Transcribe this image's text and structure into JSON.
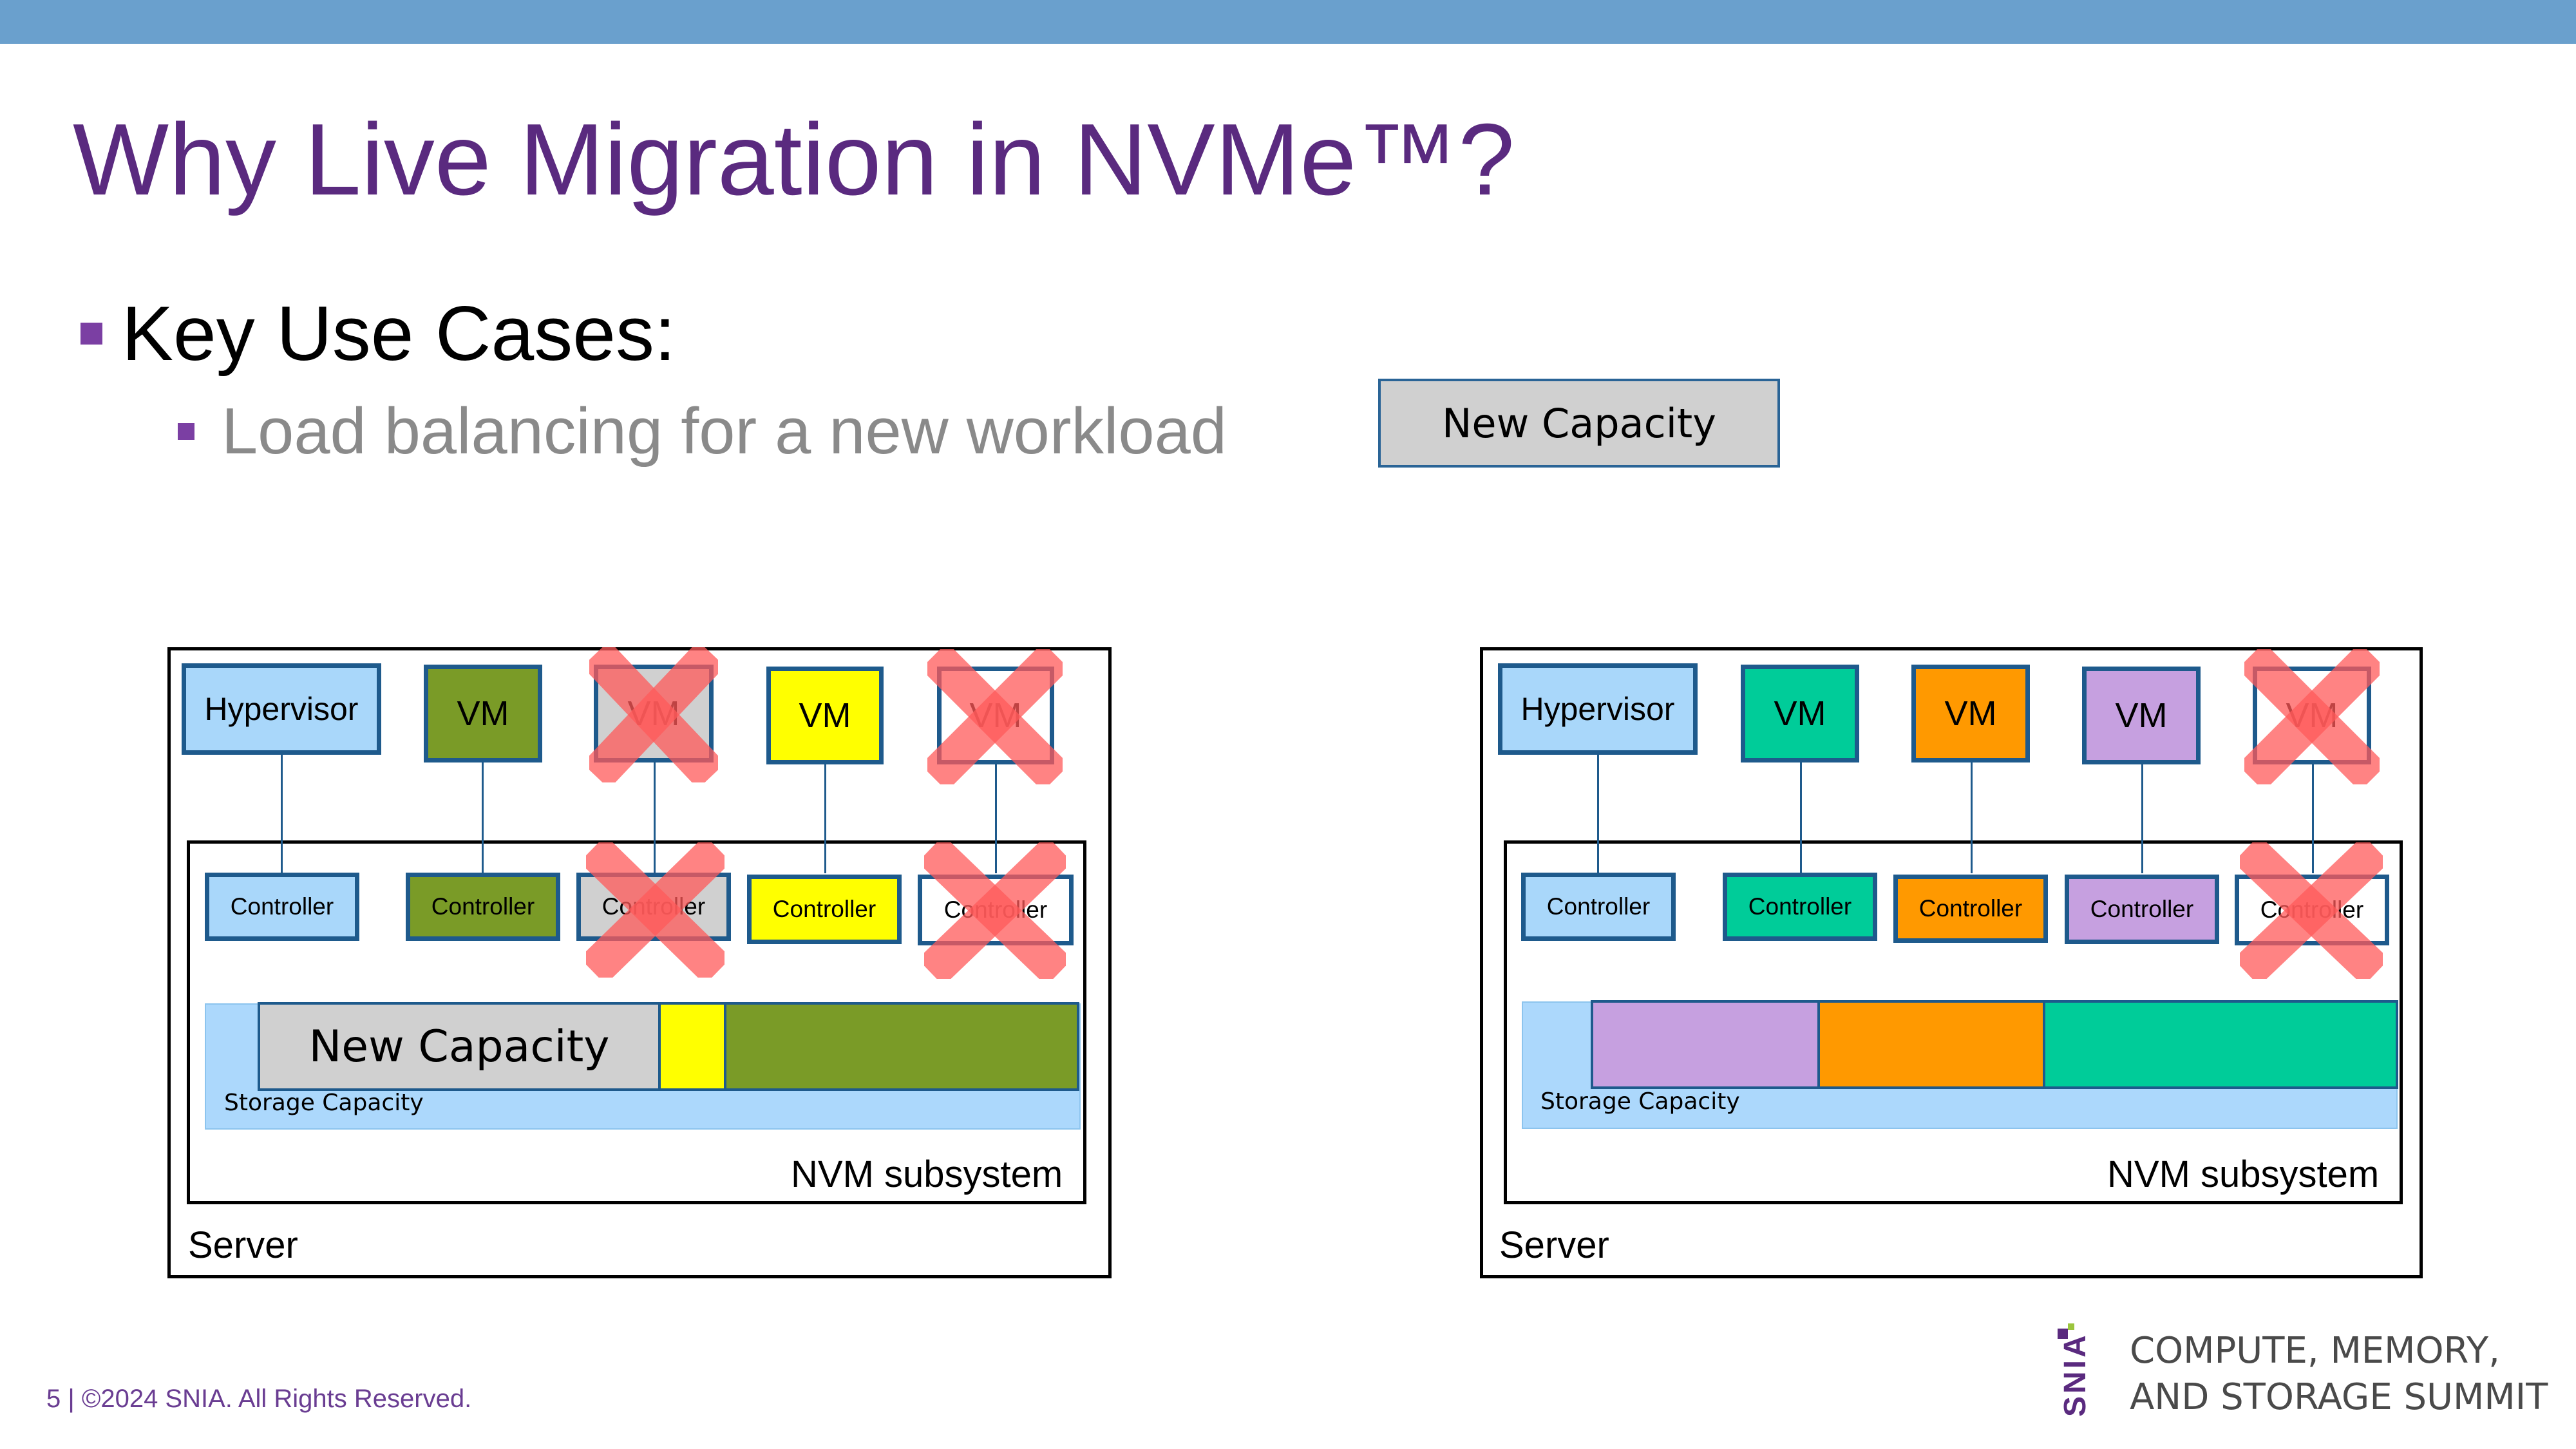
{
  "slide": {
    "title": "Why Live Migration in NVMe™?",
    "bullet1": "Key Use Cases:",
    "bullet2": "Load balancing for a new workload",
    "legend": "New Capacity",
    "footer": "5 | ©2024 SNIA. All Rights Reserved."
  },
  "brand": {
    "mark": "SNIA",
    "line1": "COMPUTE, MEMORY,",
    "line2": "AND STORAGE SUMMIT"
  },
  "colors": {
    "hypervisor": "#a9d7fa",
    "olive": "#7a9b27",
    "yellow": "#ffff00",
    "grey": "#d0d0d0",
    "teal": "#00cc99",
    "orange": "#ff9900",
    "lavender": "#c6a0e0",
    "cross": "#ff5a5a",
    "border": "#1e5a8c"
  },
  "diagrams": {
    "left": {
      "server_label": "Server",
      "nvm_label": "NVM subsystem",
      "storage_label": "Storage Capacity",
      "top_boxes": [
        "Hypervisor",
        "VM",
        "VM",
        "VM",
        "VM"
      ],
      "controllers": [
        "Controller",
        "Controller",
        "Controller",
        "Controller",
        "Controller"
      ],
      "new_capacity_label": "New Capacity"
    },
    "right": {
      "server_label": "Server",
      "nvm_label": "NVM subsystem",
      "storage_label": "Storage Capacity",
      "top_boxes": [
        "Hypervisor",
        "VM",
        "VM",
        "VM",
        "VM"
      ],
      "controllers": [
        "Controller",
        "Controller",
        "Controller",
        "Controller",
        "Controller"
      ]
    }
  }
}
